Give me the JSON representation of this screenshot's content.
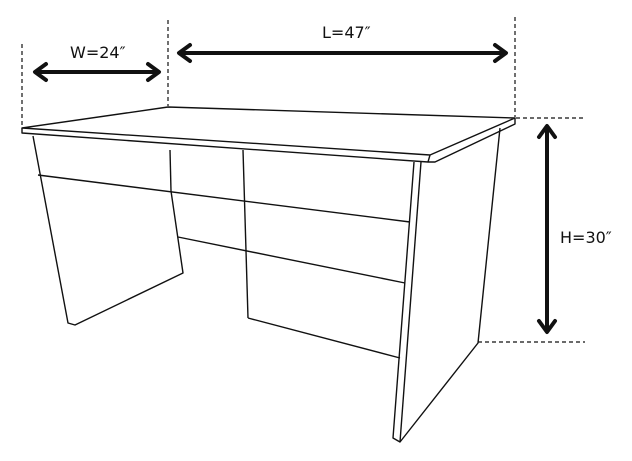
{
  "diagram": {
    "subject": "desk",
    "dimensions": {
      "width_label": "W=24″",
      "length_label": "L=47″",
      "height_label": "H=30″"
    }
  }
}
